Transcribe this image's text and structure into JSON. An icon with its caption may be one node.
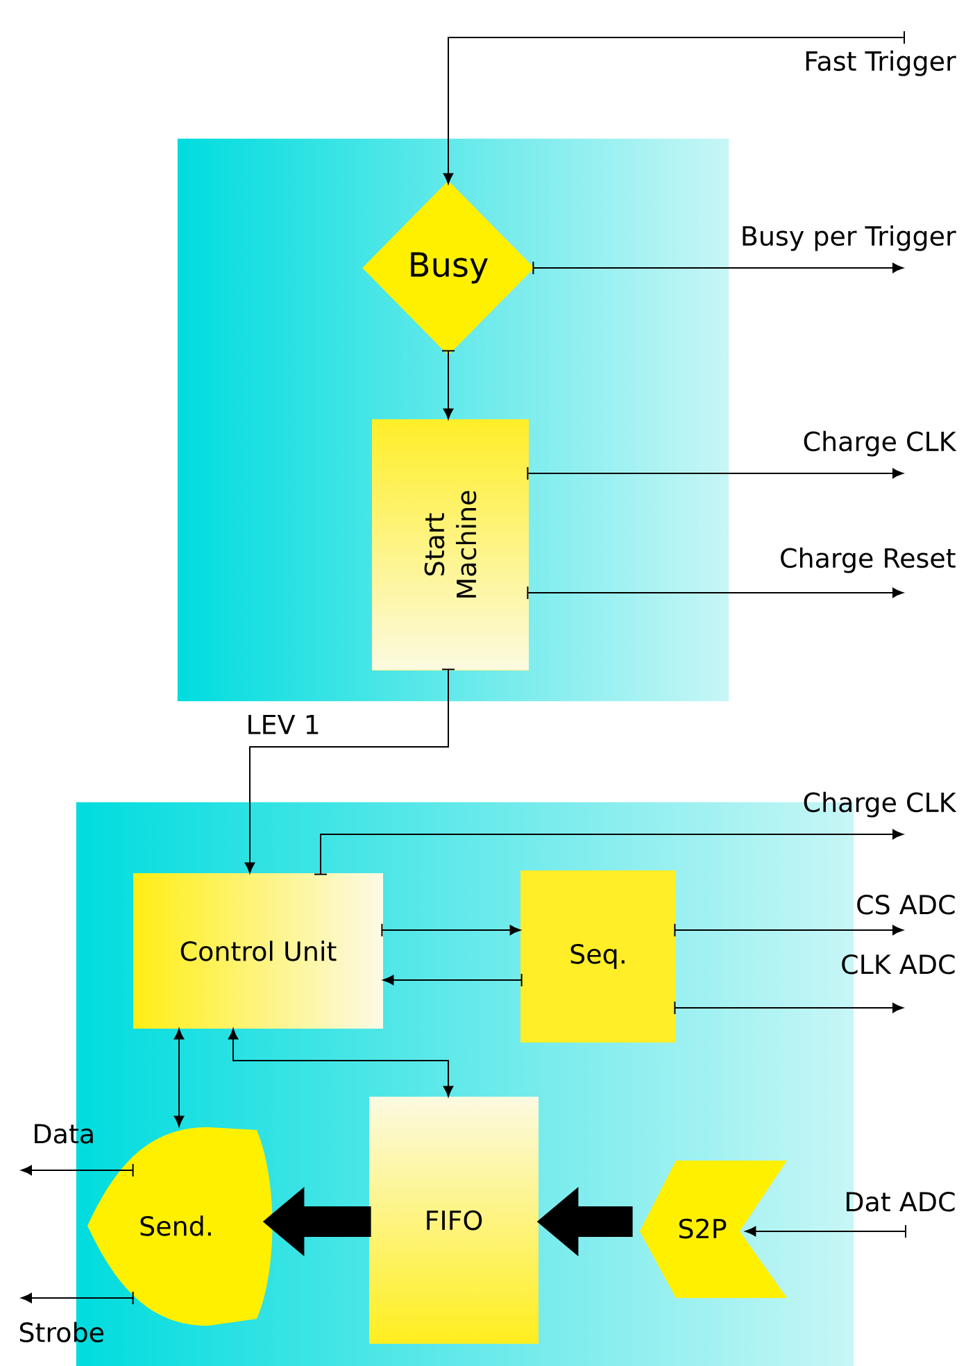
{
  "diagram": {
    "nodes": [
      {
        "text": [],
        "shape": "box"
      },
      {
        "text": [
          "Busy"
        ],
        "in": 0
      },
      {
        "text": [
          "Start Machine"
        ],
        "in": 0
      },
      {
        "text": [],
        "shape": "box"
      },
      {
        "text": [
          "Control Unit"
        ],
        "in": 3
      },
      {
        "text": [
          "Seq."
        ],
        "in": 3
      },
      {
        "text": [
          "Send."
        ],
        "in": 3
      },
      {
        "text": [
          "FIFO"
        ],
        "in": 3
      },
      {
        "text": [
          "S2P"
        ],
        "in": 3
      }
    ],
    "edges": [
      {
        "from": null,
        "to": 1,
        "arrow": "to",
        "label": "Fast Trigger"
      },
      {
        "from": 1,
        "to": null,
        "arrow": "to",
        "label": "Busy per Trigger"
      },
      {
        "from": 1,
        "to": 2,
        "arrow": "to"
      },
      {
        "from": 2,
        "to": null,
        "arrow": "to",
        "label": "Charge CLK"
      },
      {
        "from": 2,
        "to": null,
        "arrow": "to",
        "label": "Charge Reset"
      },
      {
        "from": 2,
        "to": 4,
        "arrow": "to",
        "label": "LEV 1"
      },
      {
        "from": 4,
        "to": null,
        "arrow": "to",
        "label": "Charge CLK"
      },
      {
        "from": 4,
        "to": 5,
        "arrow": "to"
      },
      {
        "from": 5,
        "to": 4,
        "arrow": "to"
      },
      {
        "from": 5,
        "to": null,
        "arrow": "to",
        "label": "CS ADC"
      },
      {
        "from": 5,
        "to": null,
        "arrow": "to",
        "label": "CLK ADC"
      },
      {
        "from": 4,
        "to": 6,
        "arrow": "both"
      },
      {
        "from": 4,
        "to": 7,
        "arrow": "both"
      },
      {
        "from": 6,
        "to": null,
        "arrow": "to",
        "label": "Data"
      },
      {
        "from": 6,
        "to": null,
        "arrow": "to",
        "label": "Strobe"
      },
      {
        "from": null,
        "to": 8,
        "arrow": "to",
        "label": "Dat ADC"
      },
      {
        "from": 7,
        "to": 6,
        "arrow": "to",
        "style": "thick"
      },
      {
        "from": 8,
        "to": 7,
        "arrow": "to",
        "style": "thick"
      }
    ]
  }
}
